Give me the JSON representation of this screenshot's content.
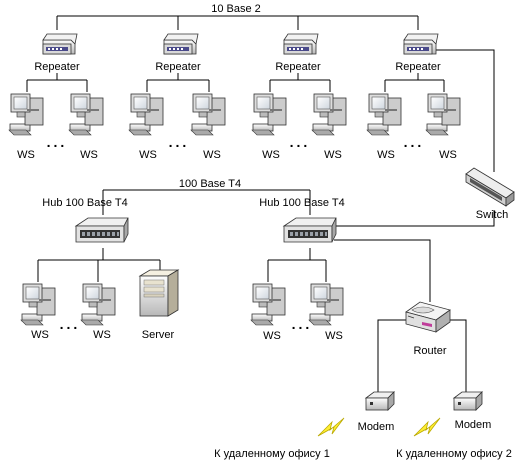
{
  "bus_top_label": "10 Base 2",
  "bus_mid_label": "100 Base T4",
  "repeater_label": "Repeater",
  "ws_label": "WS",
  "ellipsis": "...",
  "switch_label": "Switch",
  "hub_label": "Hub 100 Base T4",
  "server_label": "Server",
  "router_label": "Router",
  "modem_label": "Modem",
  "remote_office_1": "К удаленному офису 1",
  "remote_office_2": "К удаленному офису 2",
  "colors": {
    "device_light": "#eeeeee",
    "device_dark": "#3a3a3a",
    "repeater_panel": "#4a4a8a",
    "lightning": "#ffee33",
    "lightning_edge": "#bbaa00"
  }
}
